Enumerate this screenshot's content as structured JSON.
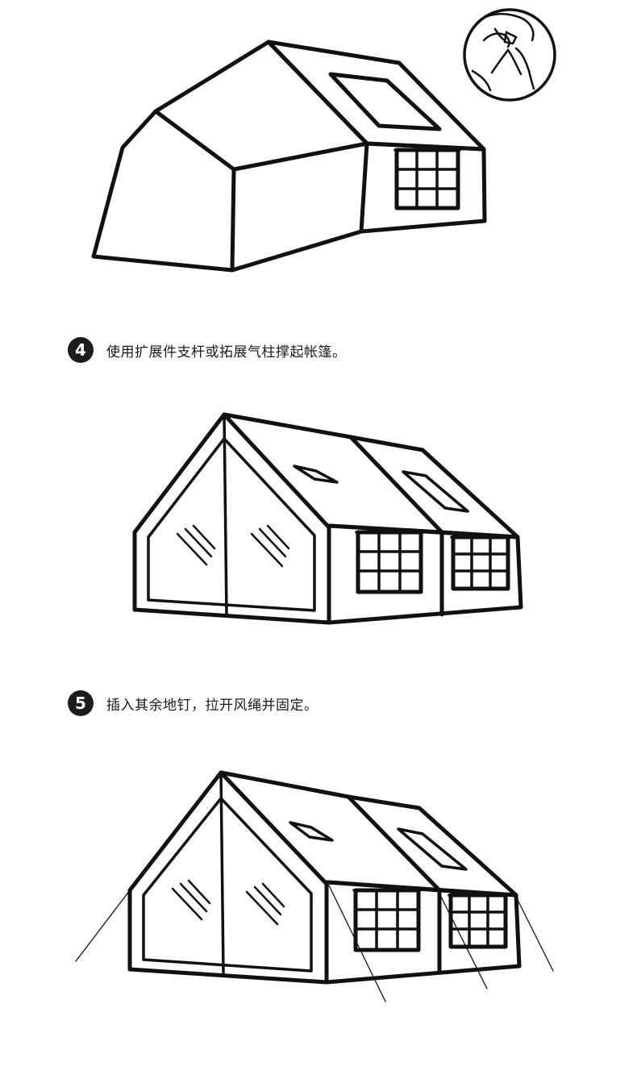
{
  "steps": [
    {
      "number": "4",
      "text": "使用扩展件支杆或拓展气柱撑起帐篷。"
    },
    {
      "number": "5",
      "text": "插入其余地钉，拉开风绳并固定。"
    }
  ],
  "colors": {
    "ink": "#111111",
    "badge": "#1c1c1c",
    "background": "#ffffff"
  }
}
